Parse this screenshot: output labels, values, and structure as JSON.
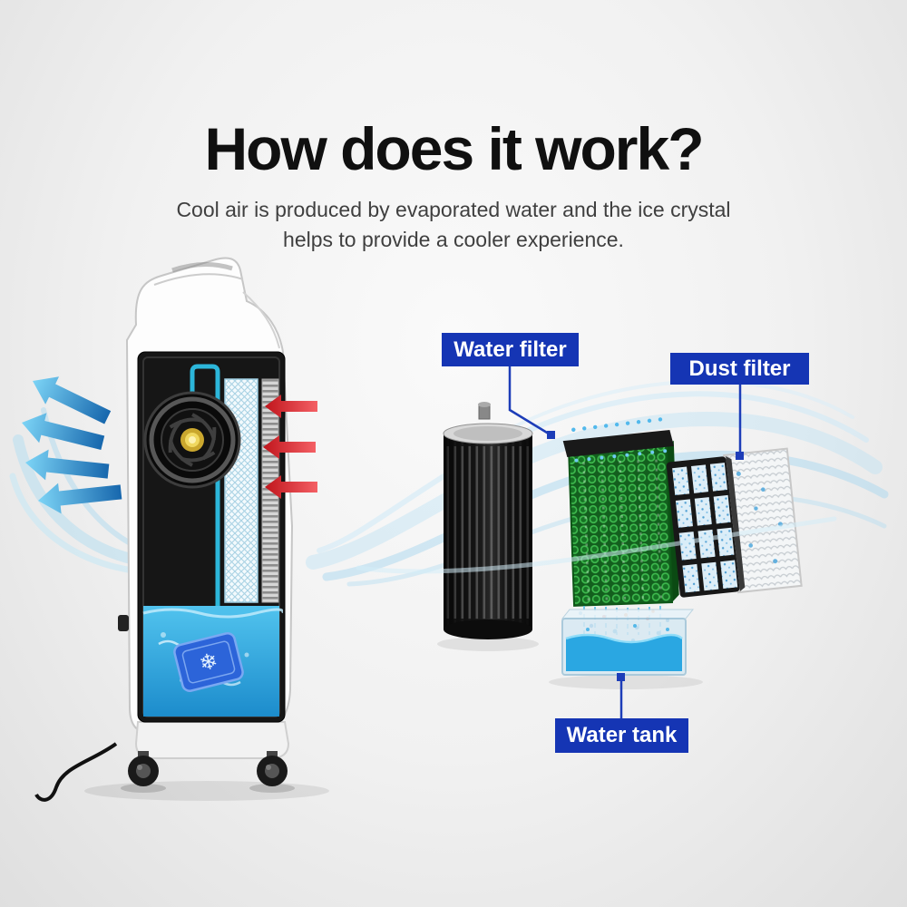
{
  "header": {
    "title": "How does it work?",
    "subtitle_line1": "Cool air is produced by evaporated water and the ice crystal",
    "subtitle_line2": "helps to provide a cooler experience."
  },
  "labels": {
    "water_filter": "Water filter",
    "dust_filter": "Dust filter",
    "water_tank": "Water tank"
  },
  "colors": {
    "title_text": "#101010",
    "subtitle_text": "#3f3f3f",
    "label_bg": "#1535b4",
    "label_text": "#ffffff",
    "connector_blue": "#1d3db8",
    "cool_air_blue": "#2ba7e2",
    "warm_air_red": "#e22428",
    "water_blue": "#2aa7e2",
    "pad_green": "#1f8c2e",
    "airflow_light_blue": "#b9e0f3"
  },
  "graphics": {
    "cooler": "evaporative-cooler-cutaway",
    "cylinder": "water-filter-cylinder",
    "pad": "honeycomb-cooling-pad",
    "dust_filter": "dust-filter-frame-and-mesh",
    "tank": "water-tank"
  }
}
